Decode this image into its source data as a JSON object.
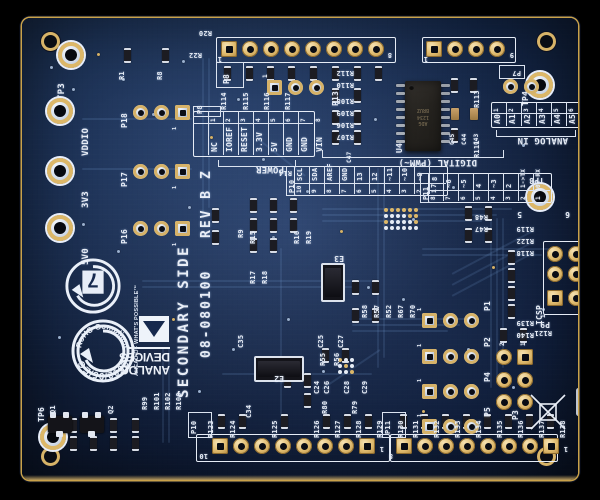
{
  "board": {
    "title": "SECONDARY SIDE",
    "part_number": "08-080100",
    "revision": "REV B  Z",
    "brand_line1": "ANALOG",
    "brand_line2": "DEVICES",
    "tagline": "AHEAD OF WHAT'S POSSIBLE™",
    "rohs_text_top": "2002/95/EC",
    "rohs_text_bottom": "RoHS  Compliant",
    "recycle_number": "7",
    "colors": {
      "soldermask": "#1b3563",
      "silkscreen": "#e9eef7",
      "gold_pad": "#d6b268",
      "tinned_pad": "#c2cddd",
      "board_edge": "#c9a24a",
      "ic_body": "#27241f"
    }
  },
  "test_points": [
    {
      "ref": "TP3",
      "net": ""
    },
    {
      "ref": "",
      "net": "VDDIO"
    },
    {
      "ref": "",
      "net": "3V3"
    },
    {
      "ref": "",
      "net": "5V0"
    },
    {
      "ref": "TP6",
      "net": ""
    },
    {
      "ref": "TP4",
      "net": ""
    },
    {
      "ref": "TP8",
      "net": ""
    }
  ],
  "headers": {
    "power": {
      "ref": "P8",
      "group_label": "POWER",
      "pins": [
        {
          "n": "1",
          "sig": "NC"
        },
        {
          "n": "2",
          "sig": "IOREF"
        },
        {
          "n": "3",
          "sig": "RESET"
        },
        {
          "n": "4",
          "sig": "3.3V"
        },
        {
          "n": "5",
          "sig": "5V"
        },
        {
          "n": "6",
          "sig": "GND"
        },
        {
          "n": "7",
          "sig": "GND"
        },
        {
          "n": "8",
          "sig": "VIN"
        }
      ]
    },
    "analog_in": {
      "ref": "P7",
      "group_label": "ANALOG IN",
      "pins": [
        {
          "n": "1",
          "sig": "A0"
        },
        {
          "n": "2",
          "sig": "A1"
        },
        {
          "n": "3",
          "sig": "A2"
        },
        {
          "n": "4",
          "sig": "A3"
        },
        {
          "n": "5",
          "sig": "A4"
        },
        {
          "n": "6",
          "sig": "A5"
        }
      ]
    },
    "digital_high": {
      "ref": "P10",
      "group_label": "DIGITAL (PWM~)",
      "pins": [
        {
          "n": "10",
          "sig": "SCL"
        },
        {
          "n": "9",
          "sig": "SDA"
        },
        {
          "n": "8",
          "sig": "AREF"
        },
        {
          "n": "7",
          "sig": "GND"
        },
        {
          "n": "6",
          "sig": "13"
        },
        {
          "n": "5",
          "sig": "12"
        },
        {
          "n": "4",
          "sig": "~11"
        },
        {
          "n": "3",
          "sig": "~10"
        },
        {
          "n": "2",
          "sig": "~9"
        },
        {
          "n": "1",
          "sig": "8"
        }
      ]
    },
    "digital_low": {
      "ref": "P11",
      "pins": [
        {
          "n": "8",
          "sig": "7"
        },
        {
          "n": "7",
          "sig": "~6"
        },
        {
          "n": "6",
          "sig": "~5"
        },
        {
          "n": "5",
          "sig": "4"
        },
        {
          "n": "4",
          "sig": "~3"
        },
        {
          "n": "3",
          "sig": "2"
        },
        {
          "n": "2",
          "sig": "1->TX"
        },
        {
          "n": "1",
          "sig": "0<-RX"
        }
      ]
    },
    "icsp": {
      "ref": "P9",
      "group_label": "ICSP",
      "pin1": "1",
      "pin2": "2"
    },
    "p3": {
      "ref": "P3",
      "pin1": "1",
      "pin2": "2"
    },
    "top_right": {
      "ref": "P13",
      "pin_first": "1",
      "pin_last": "9"
    },
    "top_left_pins": {
      "pin_last": "8",
      "pin_first": "1"
    },
    "small_3pin": [
      {
        "ref": "P18"
      },
      {
        "ref": "P17"
      },
      {
        "ref": "P16"
      },
      {
        "ref": "P1"
      },
      {
        "ref": "P2"
      },
      {
        "ref": "P4"
      },
      {
        "ref": "P5"
      }
    ]
  },
  "components": {
    "ics": [
      {
        "ref": "U4",
        "marking": "ADG\n1234\nBRUZ"
      }
    ],
    "top_left_res": [
      "R1",
      "R8",
      "R22",
      "R20"
    ],
    "top_res": [
      "R114",
      "R115",
      "R116",
      "R117",
      "R110",
      "R112",
      "R113",
      "R111"
    ],
    "top_caps": [
      "C47",
      "C45",
      "C44",
      "C43"
    ],
    "left_res": [
      "R107",
      "R106",
      "R109",
      "R108"
    ],
    "mid_res": [
      "R9",
      "R15",
      "R16",
      "R17",
      "R18",
      "R19",
      "R14"
    ],
    "mid_caps": [
      "C35",
      "C25",
      "C34",
      "C27",
      "C24",
      "C26",
      "C28",
      "C29"
    ],
    "mid_res2": [
      "R55",
      "R56",
      "R79",
      "R80",
      "R58",
      "R57",
      "R52",
      "R67",
      "R70"
    ],
    "bottom_res": [
      "R99",
      "R100",
      "R101",
      "R102",
      "R123",
      "R124",
      "R125",
      "R126",
      "R127",
      "R128",
      "R129",
      "R130",
      "R131",
      "R132",
      "R133",
      "R134",
      "R135",
      "R136",
      "R137",
      "R138"
    ],
    "right_res": [
      "R118",
      "R119",
      "R121",
      "R122",
      "R139",
      "R140",
      "R47",
      "R48"
    ],
    "transistors": [
      "Q1",
      "Q2"
    ],
    "fuses": [
      "E2",
      "E3"
    ],
    "misc_label_p10": "P10",
    "misc_label_p11": "P11",
    "misc_5": "5",
    "misc_6": "6"
  }
}
